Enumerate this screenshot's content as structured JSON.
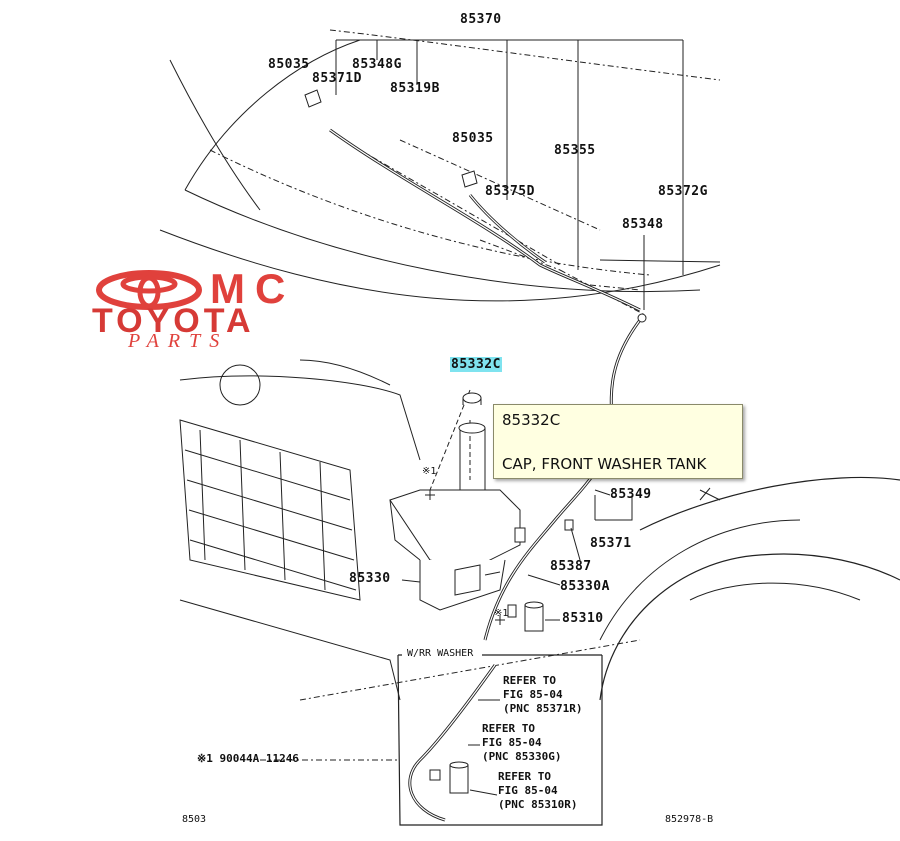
{
  "diagram": {
    "part_labels": [
      {
        "id": "85370",
        "text": "85370"
      },
      {
        "id": "85035-a",
        "text": "85035"
      },
      {
        "id": "85348G",
        "text": "85348G"
      },
      {
        "id": "85371D",
        "text": "85371D"
      },
      {
        "id": "85319B",
        "text": "85319B"
      },
      {
        "id": "85035-b",
        "text": "85035"
      },
      {
        "id": "85355",
        "text": "85355"
      },
      {
        "id": "85375D",
        "text": "85375D"
      },
      {
        "id": "85372G",
        "text": "85372G"
      },
      {
        "id": "85348",
        "text": "85348"
      },
      {
        "id": "85332C",
        "text": "85332C"
      },
      {
        "id": "85349",
        "text": "85349"
      },
      {
        "id": "85371",
        "text": "85371"
      },
      {
        "id": "85387",
        "text": "85387"
      },
      {
        "id": "85330A",
        "text": "85330A"
      },
      {
        "id": "85330",
        "text": "85330"
      },
      {
        "id": "85310",
        "text": "85310"
      }
    ],
    "highlighted_part": "85332C",
    "tooltip": {
      "code": "85332C",
      "name": "CAP, FRONT WASHER TANK"
    },
    "inset_title": "W/RR WASHER",
    "references": [
      {
        "line1": "REFER TO",
        "line2": "FIG 85-04",
        "line3": "(PNC 85371R)"
      },
      {
        "line1": "REFER TO",
        "line2": "FIG 85-04",
        "line3": "(PNC 85330G)"
      },
      {
        "line1": "REFER TO",
        "line2": "FIG 85-04",
        "line3": "(PNC 85310R)"
      }
    ],
    "note_marks": [
      "※1",
      "※1"
    ],
    "footnote": "※1 90044A 11246",
    "page_code_left": "8503",
    "page_code_right": "852978-B"
  },
  "logo": {
    "line1": "MC",
    "line2": "TOYOTA",
    "line3": "PARTS",
    "color": "#e0413c"
  }
}
